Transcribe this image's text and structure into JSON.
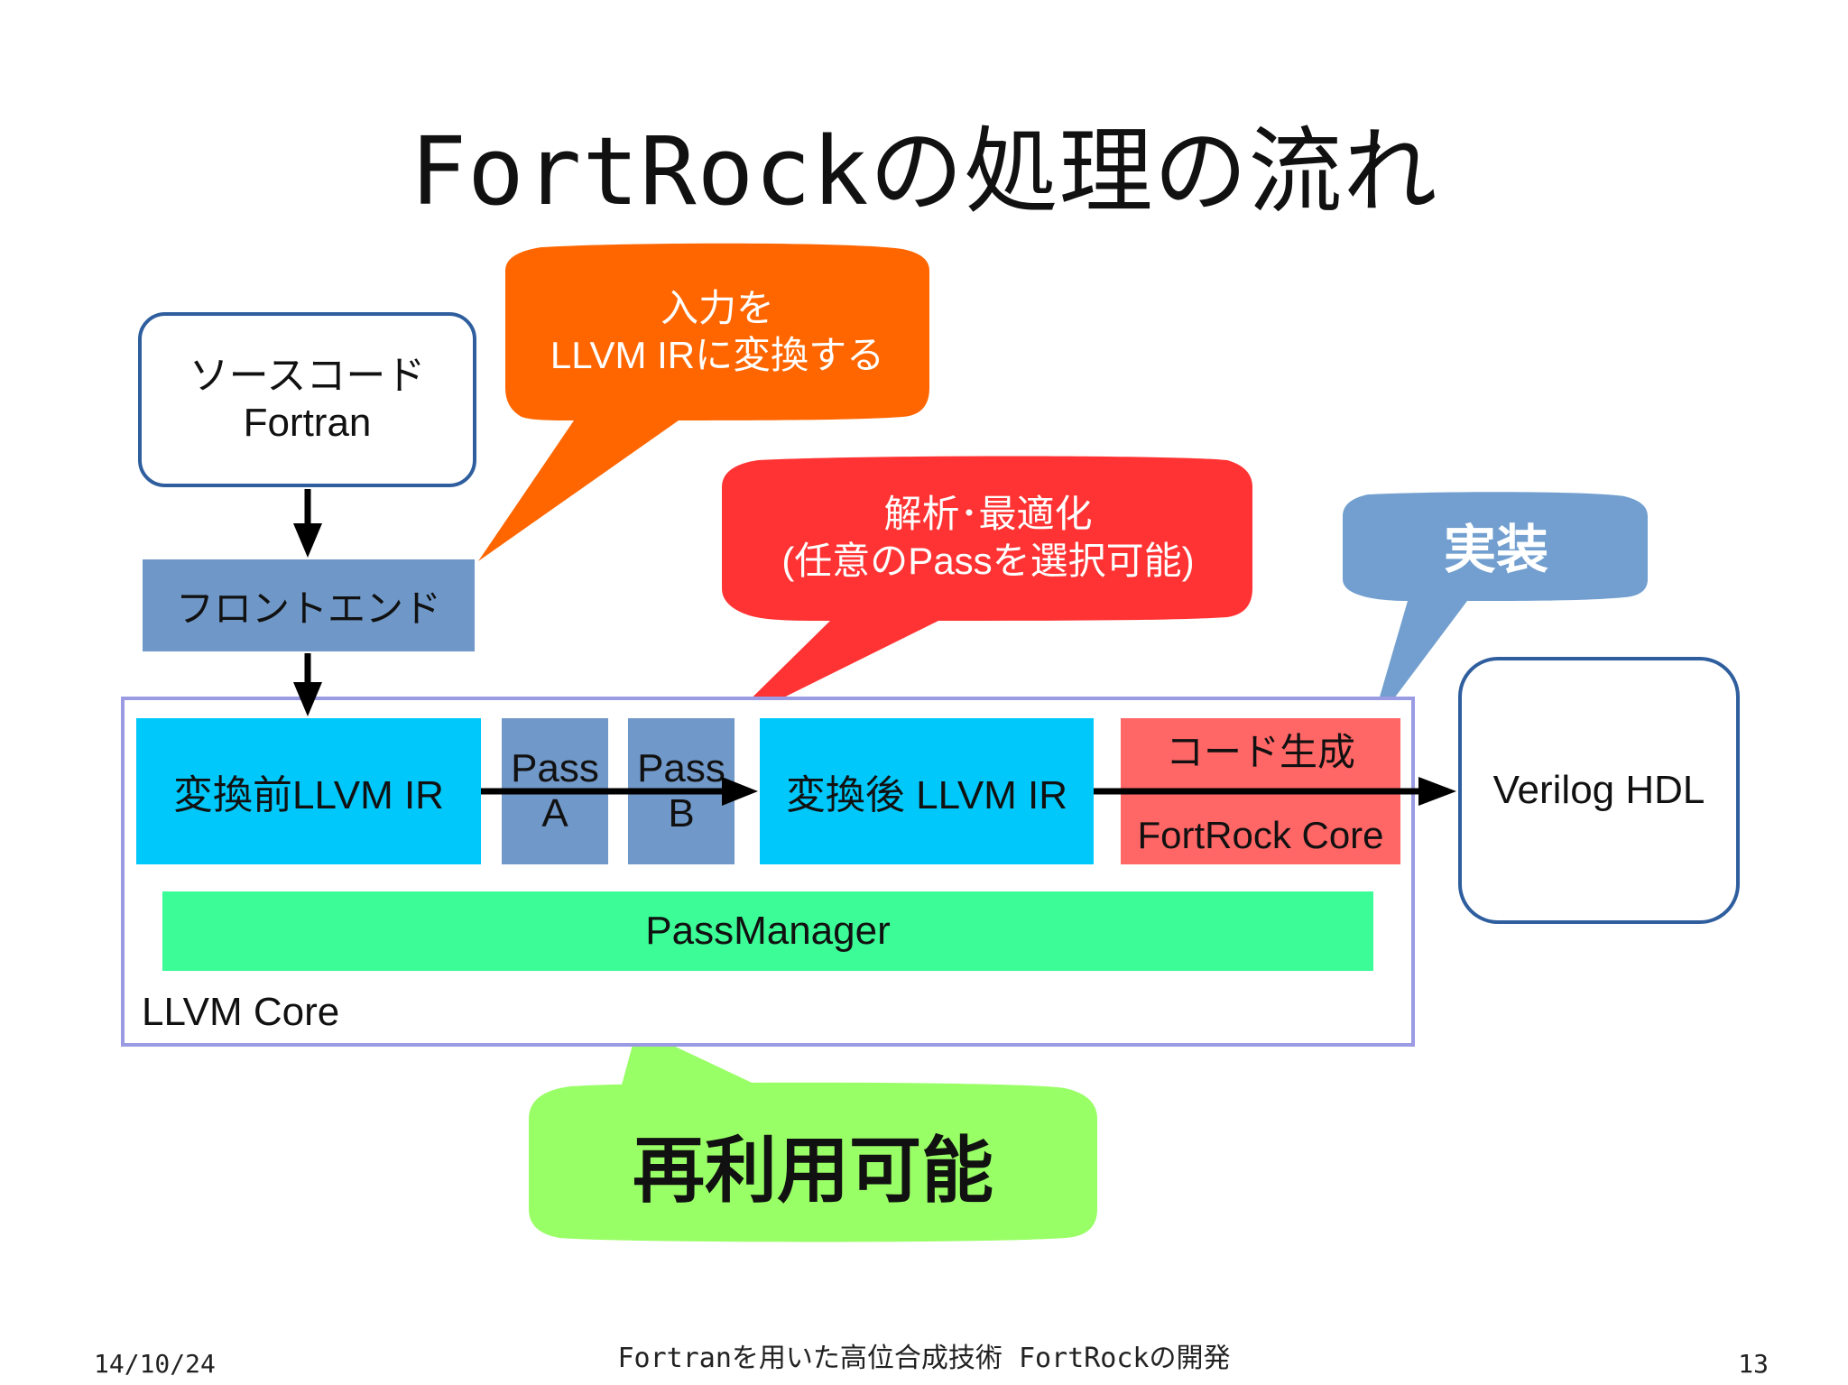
{
  "slide": {
    "title": "FortRockの処理の流れ"
  },
  "nodes": {
    "source": "ソースコード\nFortran",
    "frontend": "フロントエンド",
    "pre_ir": "変換前LLVM IR",
    "pass_a": "Pass\nA",
    "pass_b": "Pass\nB",
    "post_ir": "変換後 LLVM IR",
    "codegen": "コード生成",
    "fortrock_core": "FortRock Core",
    "passmanager": "PassManager",
    "llvm_core": "LLVM Core",
    "verilog": "Verilog HDL"
  },
  "callouts": {
    "input": "入力を\nLLVM IRに変換する",
    "analysis": "解析･最適化\n(任意のPassを選択可能)",
    "implementation": "実装",
    "reusable": "再利用可能"
  },
  "colors": {
    "orange_bubble": "#ff6600",
    "red_bubble": "#ff3333",
    "blue_bubble": "#729fcf",
    "green_bubble": "#99ff66",
    "ir_box": "#00c8fa",
    "pass_box": "#7098c8",
    "fortrock_box": "#ff6666",
    "passmanager_box": "#3bfc96",
    "core_frame": "#9b9be3"
  },
  "footer": {
    "date": "14/10/24",
    "title": "Fortranを用いた高位合成技術 FortRockの開発",
    "page": "13"
  }
}
